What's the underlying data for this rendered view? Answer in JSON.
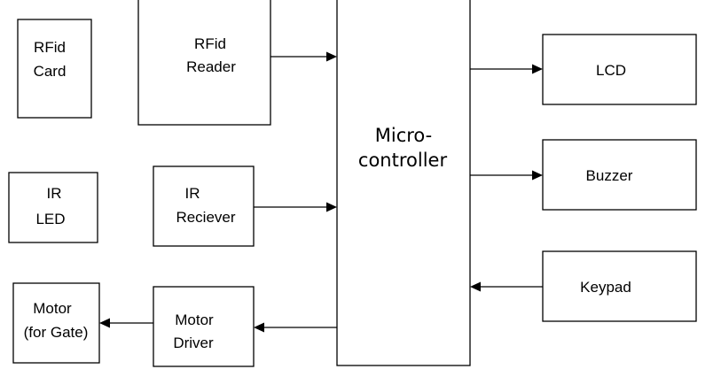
{
  "blocks": {
    "rfid_card": {
      "line1": "RFid",
      "line2": "Card"
    },
    "rfid_reader": {
      "line1": "RFid",
      "line2": "Reader"
    },
    "ir_led": {
      "line1": "IR",
      "line2": "LED"
    },
    "ir_receiver": {
      "line1": "IR",
      "line2": "Reciever"
    },
    "motor": {
      "line1": "Motor",
      "line2": "(for Gate)"
    },
    "motor_driver": {
      "line1": "Motor",
      "line2": "Driver"
    },
    "microcontroller": {
      "line1": "Micro-",
      "line2": "controller"
    },
    "lcd": {
      "label": "LCD"
    },
    "buzzer": {
      "label": "Buzzer"
    },
    "keypad": {
      "label": "Keypad"
    }
  },
  "colors": {
    "stroke": "#000000",
    "background": "#ffffff"
  }
}
